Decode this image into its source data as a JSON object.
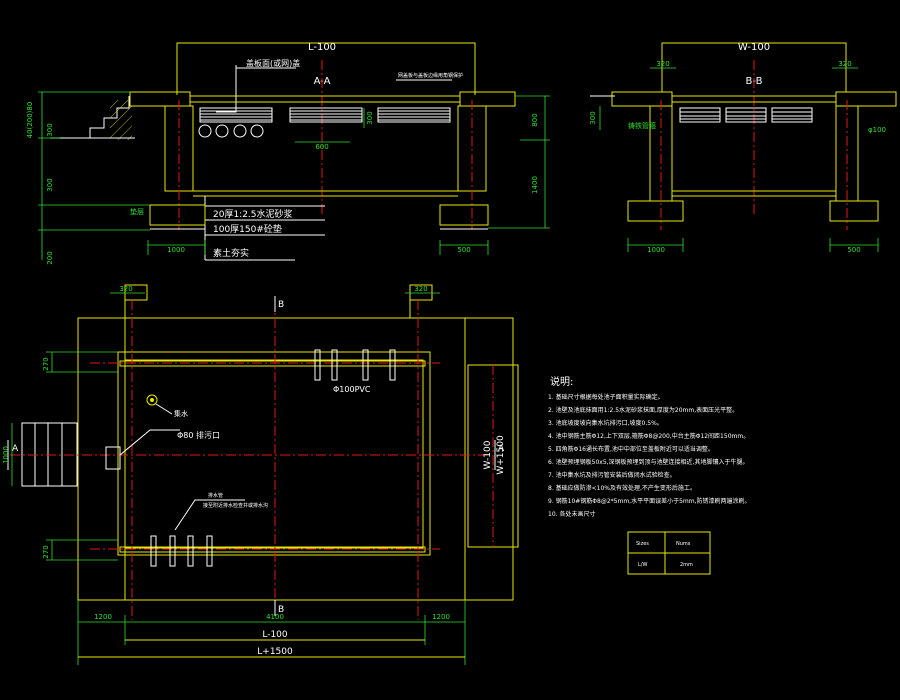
{
  "colors": {
    "background": "#000000",
    "outline": "#e8e800",
    "centerline": "#e01818",
    "dimension": "#2ee02e",
    "text": "#ffffff"
  },
  "section_aa": {
    "title": "A-A",
    "overall_dim": "L-100",
    "leader_label": "盖板面(或网)盖",
    "right_note": "网盖板与盖板边缘用角钢保护",
    "dims_left": [
      "40(200)80",
      "300",
      "300",
      "200"
    ],
    "dim_300": "300",
    "dim_600": "600",
    "dims_right": [
      "800",
      "1400"
    ],
    "bottom_dims": [
      "1000",
      "500"
    ],
    "small_label": "垫层",
    "layers": [
      "20厚1:2.5水泥砂浆",
      "100厚150#砼垫",
      "素土夯实"
    ]
  },
  "section_bb": {
    "title": "B-B",
    "overall_dim": "W-100",
    "top_dims": [
      "320",
      "320"
    ],
    "dim_left": "300",
    "side_labels": [
      "铸铁管箍",
      "φ100"
    ],
    "bottom_dims": [
      "1000",
      "500"
    ]
  },
  "plan": {
    "top_dims": [
      "320",
      "320"
    ],
    "side_dims": [
      "270",
      "270"
    ],
    "left_dim": "1000",
    "pipe_label": "Φ100PVC",
    "drain_label": "集水",
    "outlet_label": "Φ80 排污口",
    "drain_pipe_label": "排水管",
    "drain_pipe_note": "接至附近排水检查井或排水沟",
    "section_marks": [
      "B",
      "B",
      "A",
      "A"
    ],
    "right_dims": [
      "W-100",
      "W+1500"
    ],
    "bottom_side_dims": [
      "1200",
      "1200"
    ],
    "bottom_inner": "4100",
    "bottom_dims": [
      "L-100",
      "L+1500"
    ]
  },
  "notes": {
    "heading": "说明:",
    "items": [
      "1. 基础尺寸根据每处池子面积量实际确定。",
      "2. 池壁及池底抹面用1:2.5水泥砂浆抹面,厚度为20mm,表面压光平整。",
      "3. 池底坡度坡向集水坑排污口,坡度0.5%。",
      "4. 池中钢筋主筋Φ12,上下双层,箍筋Φ8@200,中台主筋Φ12间距150mm。",
      "5. 四角筋Φ16通长布置,池中中部位至盖板附近可以适当调整。",
      "6. 池壁预埋钢板50x5,深钢板预埋到顶与池壁连接相近,其地脚镶入于牛腿。",
      "7. 池中集水坑及排污管安装后做闭水试验检查。",
      "8. 基础应做防渗<10%及有效处理,不产生变形后施工。",
      "9. 钢筋10#钢筋Φ8@2*5mm,水平平面误差小于5mm,防锈漆刷两遍涂刷。",
      "10. 各处未画尺寸"
    ],
    "table": [
      [
        "Sizes",
        "Nums"
      ],
      [
        "L/W",
        "2mm"
      ]
    ]
  }
}
